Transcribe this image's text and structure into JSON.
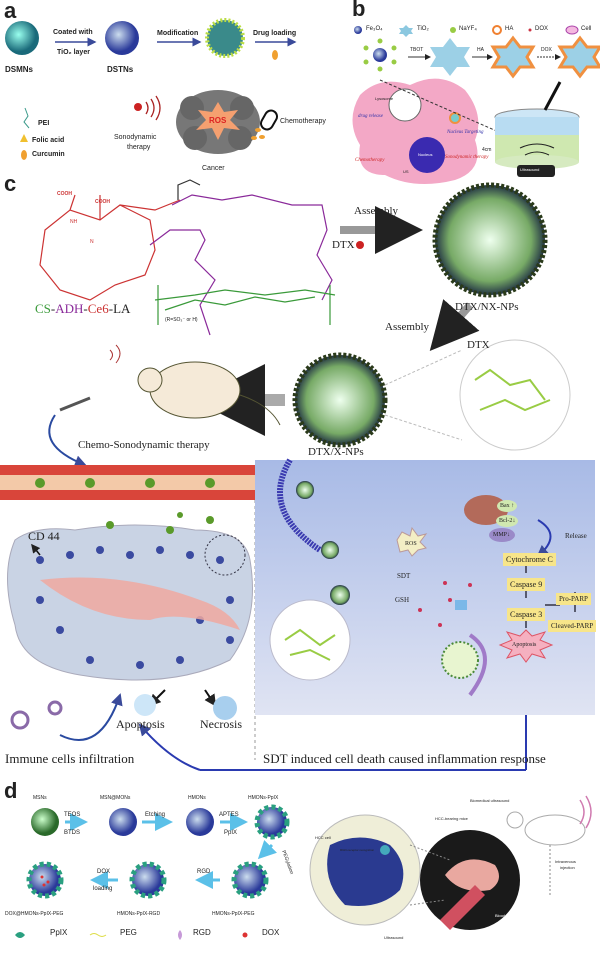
{
  "panels": {
    "a": "a",
    "b": "b",
    "c": "c",
    "d": "d"
  },
  "a": {
    "dsmns": "DSMNs",
    "dstns": "DSTNs",
    "coated_with": "Coated with",
    "tio2_layer": "TiO₂ layer",
    "modification": "Modification",
    "drug_loading": "Drug loading",
    "legend": [
      "PEI",
      "Folic acid",
      "Curcumin"
    ],
    "sonodynamic": "Sonodynamic",
    "therapy": "therapy",
    "ros": "ROS",
    "cancer": "Cancer",
    "chemotherapy": "Chemotherapy"
  },
  "b": {
    "legend": [
      "Fe₃O₄",
      "TiO₂",
      "NaYF₄",
      "HA",
      "DOX",
      "Cell"
    ],
    "tbot": "TBOT",
    "ha": "HA",
    "dox": "DOX",
    "lysosome": "Lysosome",
    "drug_release": "drug release",
    "nucleus_targeting": "Nucleus Targeting",
    "nucleus": "Nucleus",
    "chemotherapy": "Chemotherapy",
    "sonodynamic_therapy": "Sonodynamic therapy",
    "us": "US",
    "depth": "4cm",
    "ultrasound": "Ultrasound"
  },
  "c": {
    "cooh1": "COOH",
    "cooh2": "COOH",
    "nh": "NH",
    "n": "N",
    "compound": {
      "cs": "CS",
      "d1": "-",
      "adh": "ADH",
      "d2": "-",
      "ce6": "Ce6",
      "d3": "-",
      "la": "LA"
    },
    "r_note": "(R=SO₃⁻ or H)",
    "assembly1": "Assembly",
    "dtx1": "DTX",
    "np1": "DTX/NX-NPs",
    "assembly2": "Assembly",
    "dtx2": "DTX",
    "np2": "DTX/X-NPs",
    "therapy": "Chemo-Sonodynamic therapy",
    "cd44": "CD 44",
    "apoptosis": "Apoptosis",
    "necrosis": "Necrosis",
    "immune": "Immune cells infiltration",
    "inflammation": "SDT induced cell death caused inflammation response",
    "pathway": {
      "bax": "Bax ↑",
      "bcl2": "Bcl-2↓",
      "mmp": "MMP↓",
      "release": "Release",
      "ros": "ROS",
      "sdt": "SDT",
      "gsh": "GSH",
      "cytochrome": "Cytochrome C",
      "caspase9": "Caspase 9",
      "caspase3": "Caspase 3",
      "pro_parp": "Pro-PARP",
      "cleaved_parp": "Cleaved-PARP",
      "apoptosis": "Apoptosis"
    }
  },
  "d": {
    "msns": "MSNs",
    "msn_mons": "MSN@MONs",
    "hmons": "HMONs",
    "hmons_pplx": "HMONs-PpIX",
    "teos": "TEOS",
    "btds": "BTDS",
    "etching": "Etching",
    "aptes": "APTES",
    "pplx": "PpIX",
    "pegylation": "PEGylation",
    "rgd": "RGD",
    "dox": "DOX",
    "loading": "loading",
    "final": "DOX@HMONs-PpIX-PEG",
    "rgd_np": "HMONs-PpIX-RGD",
    "peg_np": "HMONs-PpIX-PEG",
    "legend": [
      "PpIX",
      "PEG",
      "RGD",
      "DOX"
    ],
    "hcc_cell": "HCC cell",
    "rgd_recognition": "RGD-receptor recognition",
    "ultrasound": "Ultrasound",
    "biomedical_us": "Biomedical ultrasound",
    "hcc_mice": "HCC-bearing mice",
    "iv1": "Intravenous",
    "iv2": "injection",
    "blood_vessel": "Blood vessel"
  },
  "colors": {
    "red": "#cc3333",
    "purple": "#8a2a9a",
    "green": "#3a9a3a",
    "arrow": "#3a4a9a",
    "panel": "#c9d3ef"
  }
}
